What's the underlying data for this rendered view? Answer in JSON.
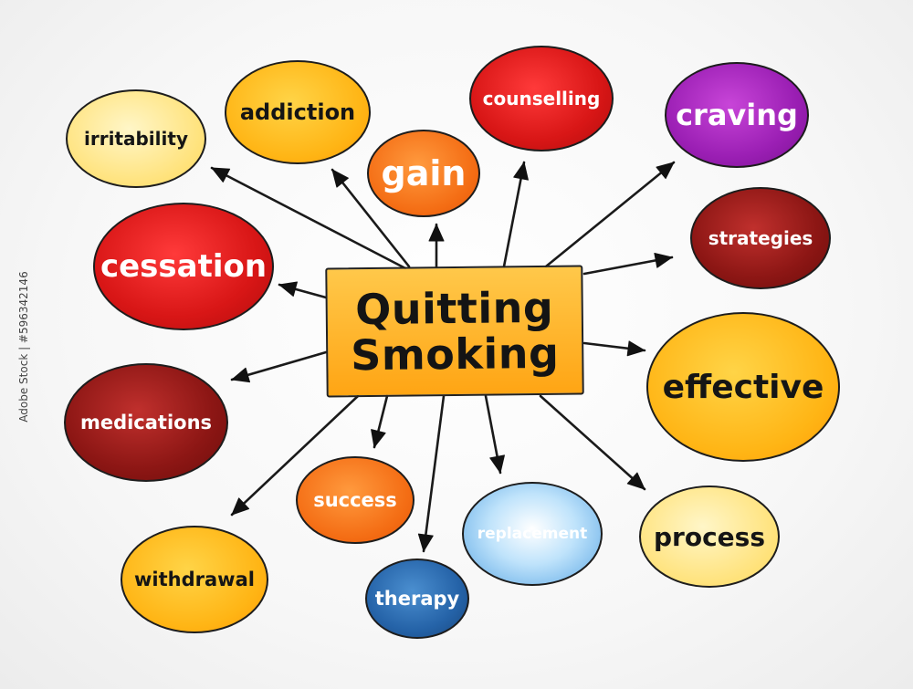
{
  "center": {
    "line1": "Quitting",
    "line2": "Smoking"
  },
  "nodes": {
    "irritability": "irritability",
    "addiction": "addiction",
    "gain": "gain",
    "counselling": "counselling",
    "craving": "craving",
    "strategies": "strategies",
    "cessation": "cessation",
    "effective": "effective",
    "medications": "medications",
    "success": "success",
    "replacement": "replacement",
    "process": "process",
    "withdrawal": "withdrawal",
    "therapy": "therapy"
  },
  "colors": {
    "yellow": "#ffe27a",
    "orange": "#ffb515",
    "orange_red": "#f46d14",
    "red": "#d81616",
    "purple": "#9b1fb4",
    "maroon": "#8c1614",
    "light_blue": "#bfe3fb",
    "dark_blue": "#2563a8",
    "center_box": "#ffb020",
    "outline": "#1d1d1d"
  },
  "watermark": "Adobe Stock | #596342146"
}
